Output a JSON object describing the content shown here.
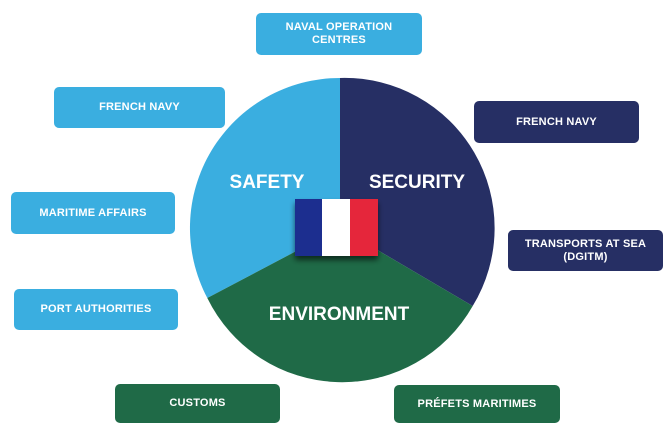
{
  "colors": {
    "safety": "#3aaee0",
    "security": "#262f64",
    "environment": "#1f6a47",
    "flag_blue": "#1f2f8f",
    "flag_white": "#ffffff",
    "flag_red": "#e5283b"
  },
  "sectors": {
    "safety": "SAFETY",
    "security": "SECURITY",
    "environment": "ENVIRONMENT"
  },
  "boxes": {
    "naval_operation_centres": "NAVAL OPERATION\nCENTRES",
    "french_navy_left": "FRENCH NAVY",
    "maritime_affairs": "MARITIME AFFAIRS",
    "port_authorities": "PORT AUTHORITIES",
    "french_navy_right": "FRENCH NAVY",
    "transports_at_sea": "TRANSPORTS AT SEA\n(DGITM)",
    "customs": "CUSTOMS",
    "prefets_maritimes": "PRÉFETS MARITIMES"
  },
  "flag": {
    "icon": "french-flag-icon"
  }
}
